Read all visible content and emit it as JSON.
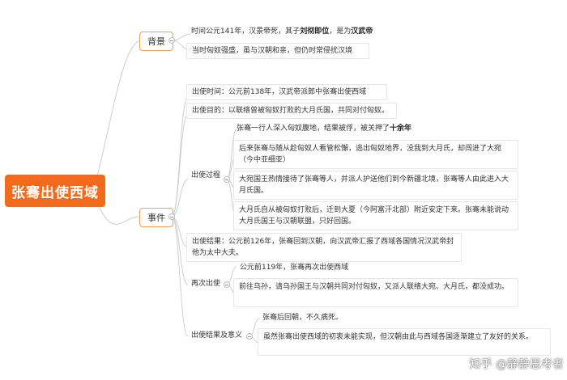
{
  "root": "张骞出使西域",
  "categories": {
    "background": "背景",
    "events": "事件"
  },
  "background": {
    "item1_pre": "时间公元141年，汉景帝死，其子",
    "item1_b1": "刘彻即位",
    "item1_mid": "，是为",
    "item1_b2": "汉武帝",
    "item2": "当时匈奴强盛，虽与汉朝和亲，但仍时常侵扰汉境"
  },
  "events": {
    "time": "出使时间：公元前138年，汉武帝派郎中张骞出使西域",
    "purpose": "出使目的：以联络曾被匈奴打败的大月氏国，共同对付匈奴。",
    "process_label": "出使过程",
    "process": {
      "p1_pre": "张骞一行人深入匈奴腹地，结果被俘，被关押了",
      "p1_b": "十余年",
      "p2": "后来张骞与随从趁匈奴人看管松懈，逃出匈奴地界，没我到大月氏，却闯进了大宛（今中亚细亚）",
      "p3": "大宛国王热情接待了张骞等人，并派人护送他们到今新疆北境，张骞等人由此进入大月氏国。",
      "p4": "大月氏自从被匈奴打败后，迁到大夏（今阿富汗北部）附近安定下来。张骞未能说动大月氏国王与汉朝联盟，只好回国。"
    },
    "result": "出使结果：公元前126年，张骞回到汉朝，向汉武帝汇报了西域各国情况汉武帝封他为太中大夫。",
    "second_label": "再次出使",
    "second": {
      "s1": "公元前119年，张骞再次出使西域",
      "s2": "前往乌孙，请乌孙国王与汉朝共同对付匈奴，又派人联络大宛、大月氏，都没成功。"
    },
    "meaning_label": "出使结果及意义",
    "meaning": {
      "m1": "张骞后回朝，不久病死。",
      "m2": "虽然张骞出使西域的初衷未能实现，但汉朝由此与西域各国逐渐建立了友好的关系。"
    }
  },
  "watermark": "知乎 @静静思考者",
  "colors": {
    "root_fill": "#f26b1d",
    "category_border": "#f0a25a",
    "branch_line": "#cccccc"
  }
}
